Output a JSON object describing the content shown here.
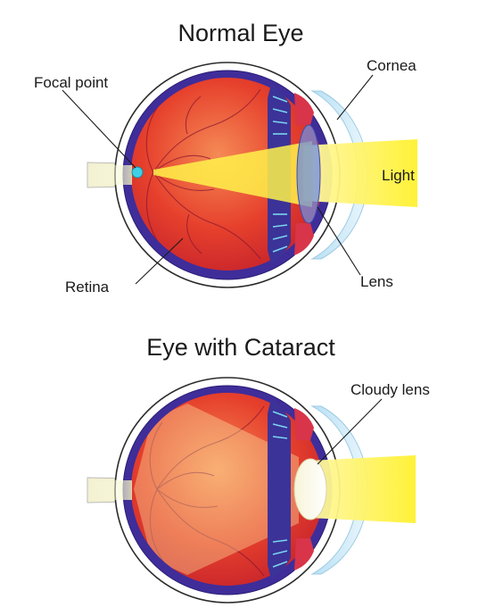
{
  "normal_eye": {
    "title": "Normal Eye",
    "labels": {
      "focal_point": "Focal point",
      "cornea": "Cornea",
      "light": "Light",
      "retina": "Retina",
      "lens": "Lens"
    }
  },
  "cataract_eye": {
    "title": "Eye with Cataract",
    "labels": {
      "cloudy_lens": "Cloudy lens"
    }
  },
  "colors": {
    "sclera_outline": "#2b2b2b",
    "choroid": "#3f2d9a",
    "vitreous": "#e3322a",
    "vitreous_highlight": "#f47a4e",
    "light_beam": "#fff24a",
    "cornea": "#cfe9f7",
    "focal_point": "#3fd0e6"
  }
}
